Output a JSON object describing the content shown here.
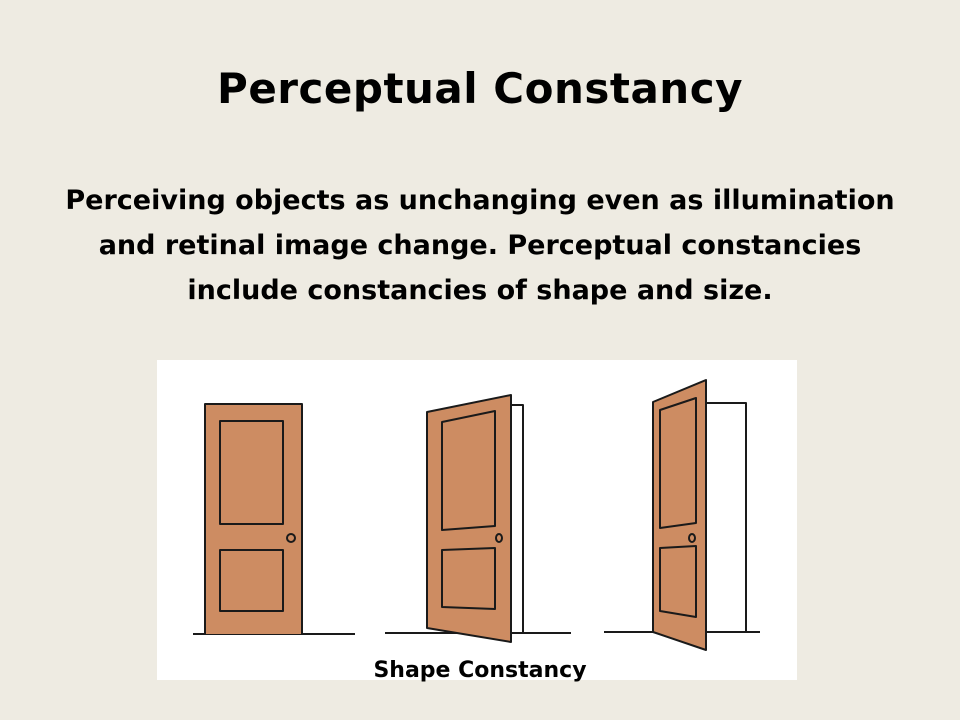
{
  "slide": {
    "title": "Perceptual Constancy",
    "body": "Perceiving objects as unchanging even as illumination and retinal image change. Perceptual constancies include constancies of shape and size.",
    "caption": "Shape Constancy"
  },
  "colors": {
    "background": "#eeebe2",
    "door": "#cd8c62",
    "outline": "#1a1a1a",
    "figure_background": "#ffffff"
  }
}
